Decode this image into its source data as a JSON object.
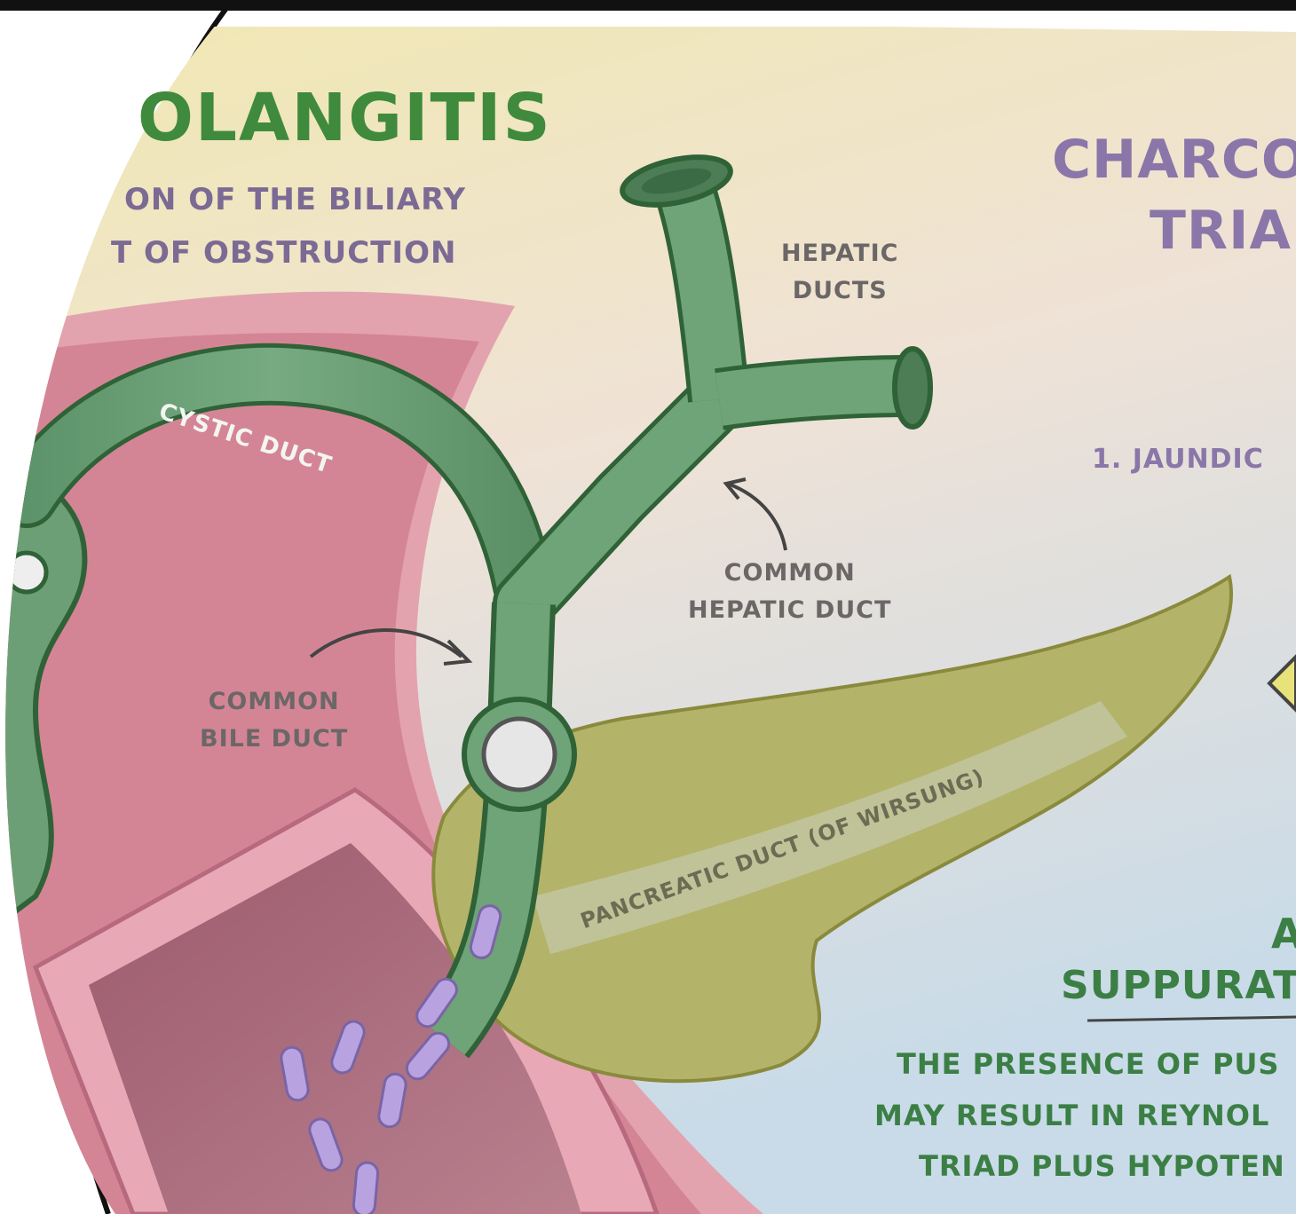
{
  "title": "OLANGITIS",
  "subtitle_lines": [
    "ON OF THE BILIARY",
    "T OF OBSTRUCTION"
  ],
  "labels": {
    "hepatic_ducts": [
      "HEPATIC",
      "DUCTS"
    ],
    "cystic_duct": "CYSTIC DUCT",
    "common_hepatic_duct": [
      "COMMON",
      "HEPATIC DUCT"
    ],
    "common_bile_duct": [
      "COMMON",
      "BILE DUCT"
    ],
    "pancreatic_duct": "PANCREATIC DUCT (OF WIRSUNG)"
  },
  "right_panel": {
    "charcot_lines": [
      "CHARCO",
      "TRIAI"
    ],
    "jaundice": "1. JAUNDIC",
    "acute_fragment": "A",
    "suppurative": "SUPPURATI",
    "note_lines": [
      "THE PRESENCE OF PUS",
      "MAY RESULT IN REYNOL",
      "TRIAD PLUS HYPOTEN"
    ]
  },
  "colors": {
    "title_green": "#3f8a3c",
    "duct_green": "#6a9d72",
    "duct_outline": "#2f6236",
    "pancreas": "#b6b66a",
    "intestine_pink": "#d9879a",
    "bacteria_purple": "#b8a3e0",
    "text_purple": "#8a76a8"
  },
  "icons": [
    "gallstone-icon",
    "bacteria-icon",
    "arrow-icon"
  ]
}
